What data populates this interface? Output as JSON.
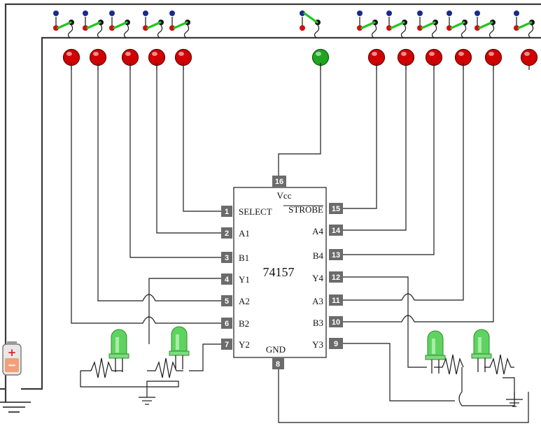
{
  "chip": {
    "part_number": "74157",
    "vcc_label": "Vcc",
    "gnd_label": "GND",
    "vcc_pin": "16",
    "gnd_pin": "8"
  },
  "left_pins": [
    {
      "num": "1",
      "label": "SELECT"
    },
    {
      "num": "2",
      "label": "A1"
    },
    {
      "num": "3",
      "label": "B1"
    },
    {
      "num": "4",
      "label": "Y1"
    },
    {
      "num": "5",
      "label": "A2"
    },
    {
      "num": "6",
      "label": "B2"
    },
    {
      "num": "7",
      "label": "Y2"
    }
  ],
  "right_pins": [
    {
      "num": "15",
      "label": "STROBE"
    },
    {
      "num": "14",
      "label": "A4"
    },
    {
      "num": "13",
      "label": "B4"
    },
    {
      "num": "12",
      "label": "Y4"
    },
    {
      "num": "11",
      "label": "A3"
    },
    {
      "num": "10",
      "label": "B3"
    },
    {
      "num": "9",
      "label": "Y3"
    }
  ],
  "colors": {
    "switch_lever": "#22c422",
    "indicator_off": "#d00000",
    "indicator_on": "#1fa51f",
    "led_body": "#5fd35f",
    "pin_box": "#6b6b6b",
    "battery_plus": "#e02020"
  },
  "switches": [
    {
      "id": "sw-1",
      "state": "down"
    },
    {
      "id": "sw-2",
      "state": "down"
    },
    {
      "id": "sw-3",
      "state": "down"
    },
    {
      "id": "sw-4",
      "state": "down"
    },
    {
      "id": "sw-5",
      "state": "down"
    },
    {
      "id": "sw-6",
      "state": "up"
    },
    {
      "id": "sw-7",
      "state": "down"
    },
    {
      "id": "sw-8",
      "state": "down"
    },
    {
      "id": "sw-9",
      "state": "down"
    },
    {
      "id": "sw-10",
      "state": "down"
    },
    {
      "id": "sw-11",
      "state": "down"
    },
    {
      "id": "sw-12",
      "state": "down"
    }
  ],
  "indicators": [
    {
      "id": "ind-1",
      "state": "off"
    },
    {
      "id": "ind-2",
      "state": "off"
    },
    {
      "id": "ind-3",
      "state": "off"
    },
    {
      "id": "ind-4",
      "state": "off"
    },
    {
      "id": "ind-5",
      "state": "off"
    },
    {
      "id": "ind-6",
      "state": "on"
    },
    {
      "id": "ind-7",
      "state": "off"
    },
    {
      "id": "ind-8",
      "state": "off"
    },
    {
      "id": "ind-9",
      "state": "off"
    },
    {
      "id": "ind-10",
      "state": "off"
    },
    {
      "id": "ind-11",
      "state": "off"
    },
    {
      "id": "ind-12",
      "state": "off"
    }
  ],
  "output_leds": [
    {
      "id": "led-y1",
      "state": "on"
    },
    {
      "id": "led-y2",
      "state": "on"
    },
    {
      "id": "led-y3",
      "state": "on"
    },
    {
      "id": "led-y4",
      "state": "on"
    }
  ],
  "battery": {
    "plus_symbol": "+",
    "minus_symbol": "−"
  }
}
